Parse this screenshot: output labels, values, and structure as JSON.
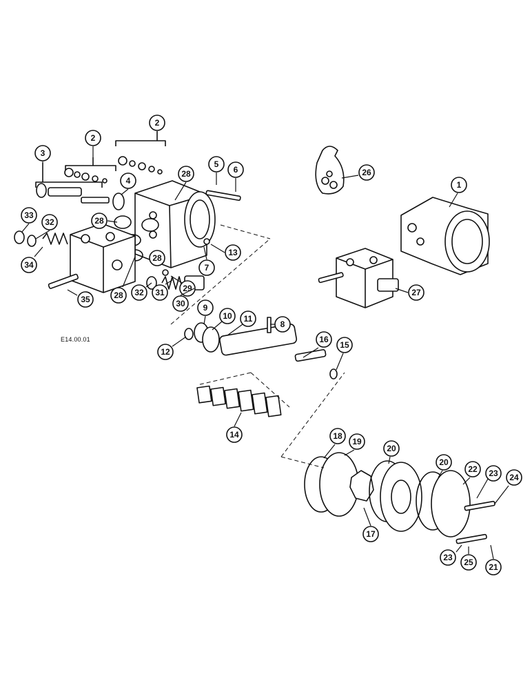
{
  "drawing_code": "E14.00.01",
  "callouts": [
    "2",
    "2",
    "3",
    "4",
    "5",
    "6",
    "26",
    "1",
    "28",
    "28",
    "33",
    "32",
    "34",
    "13",
    "7",
    "28",
    "29",
    "32",
    "31",
    "30",
    "35",
    "28",
    "27",
    "9",
    "10",
    "11",
    "8",
    "12",
    "16",
    "15",
    "14",
    "18",
    "19",
    "20",
    "20",
    "22",
    "23",
    "24",
    "17",
    "23",
    "25",
    "21"
  ]
}
